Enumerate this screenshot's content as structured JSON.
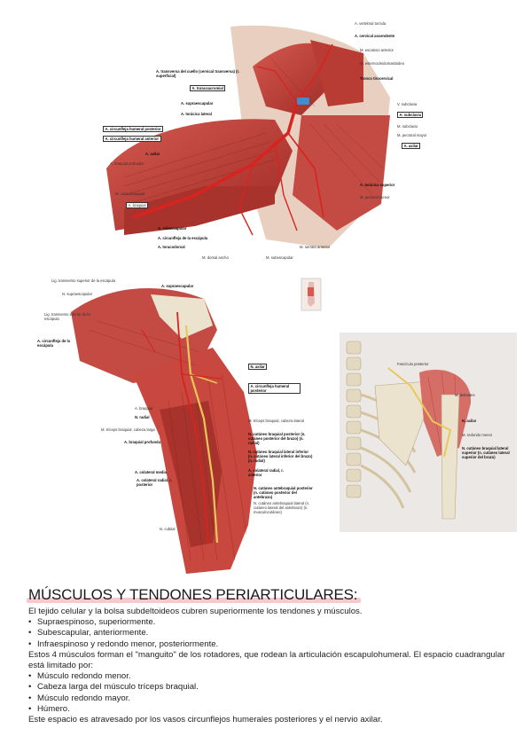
{
  "figure_top": {
    "labels": [
      "A. vertebral torcida",
      "A. cervical ascendente",
      "M. escaleno anterior",
      "M. esternocleidomastoideo",
      "Tronco tirocervical",
      "V. subclavia",
      "A. subclavia",
      "M. subclavio",
      "M. pectoral mayor",
      "A. axilar",
      "A. torácica superior",
      "M. pectoral menor",
      "M. serrato anterior",
      "M. subescapular",
      "M. dorsal ancho",
      "A. toracodorsal",
      "A. circunfleja de la escápula",
      "A. subescapular",
      "A. braquial",
      "M. coracobraquial",
      "A. braquial profunda",
      "A. axilar",
      "A. circunfleja humeral anterior",
      "A. circunfleja humeral posterior",
      "A. torácica lateral",
      "A. supraescapular",
      "A. toracoacromial",
      "A. transversa del cuello (cervical transversa) (r. superficial)"
    ]
  },
  "figure_mid": {
    "labels": [
      "Lig. transverso superior de la escápula",
      "A. supraescapular",
      "N. supraescapular",
      "Lig. transverso inferior de la escápula",
      "A. circunfleja de la escápula",
      "N. axilar",
      "A. circunfleja humeral posterior",
      "A. braquial",
      "N. radial",
      "M. tríceps braquial, cabeza larga",
      "M. tríceps braquial, cabeza lateral",
      "A. braquial profunda",
      "N. cutáneo braquial posterior (n. cutáneo posterior del brazo) (n. radial)",
      "N. cutáneo braquial lateral inferior (n. cutáneo lateral inferior del brazo) (n. radial)",
      "A. colateral radial, r. anterior",
      "A. colateral media",
      "A. colateral radial, r. posterior",
      "N. cutáneo antebraquial posterior (n. cutáneo posterior del antebrazo)",
      "N. cutáneo antebraquial lateral (n. cutáneo lateral del antebrazo) (n. musculocutáneo)",
      "N. cubital"
    ]
  },
  "figure_right": {
    "labels": [
      "Fascículo posterior",
      "M. deltoides",
      "N. axilar",
      "M. redondo menor",
      "N. cutáneo braquial lateral superior (n. cutáneo lateral superior del brazo)"
    ]
  },
  "text": {
    "heading": "MÚSCULOS Y TENDONES PERIARTICULARES:",
    "p1": "El tejido celular y la bolsa subdeltoideos cubren superiormente los tendones y músculos.",
    "list1": [
      "Supraespinoso, superiormente.",
      "Subescapular, anteriormente.",
      "Infraespinoso y redondo menor, posteriormente."
    ],
    "p2": "Estos 4 músculos forman el \"manguito\" de los rotadores, que rodean la articulación escapulohumeral. El espacio cuadrangular está limitado por:",
    "list2": [
      "Músculo redondo menor.",
      "Cabeza larga del músculo tríceps braquial.",
      "Músculo redondo mayor.",
      "Húmero."
    ],
    "p3": "Este espacio es atravesado por los vasos circunflejos humerales posteriores y el nervio axilar."
  },
  "colors": {
    "muscle": "#c8473f",
    "muscle_dark": "#9e2a25",
    "artery": "#d9231f",
    "nerve": "#e9c75a",
    "bone": "#ece3cf",
    "highlight": "#f6c9cf"
  }
}
